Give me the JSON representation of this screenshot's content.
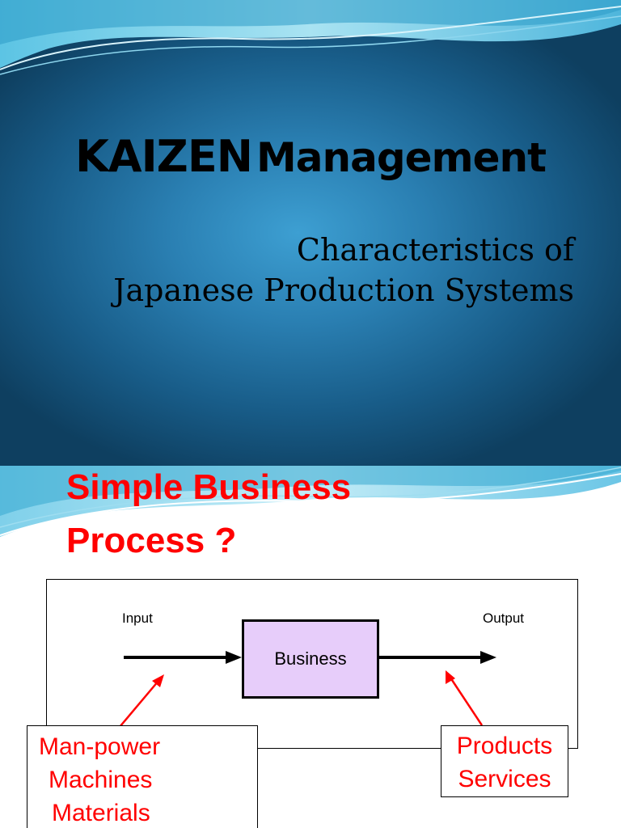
{
  "slide1": {
    "title_strong": "KAIZEN",
    "title_rest": "Management",
    "subtitle_line1": "Characteristics of",
    "subtitle_line2": "Japanese Production Systems"
  },
  "slide2": {
    "heading_line1": "Simple Business",
    "heading_line2": "Process ?",
    "diagram": {
      "input_label": "Input",
      "output_label": "Output",
      "process_label": "Business",
      "inputs": [
        "Man-power",
        "Machines",
        "Materials"
      ],
      "outputs": [
        "Products",
        "Services"
      ]
    }
  },
  "colors": {
    "slide_bg_center": "#3d9fd2",
    "slide_bg_edge": "#0e3f60",
    "heading_red": "#ff0000",
    "process_fill": "#e7cdfa"
  }
}
